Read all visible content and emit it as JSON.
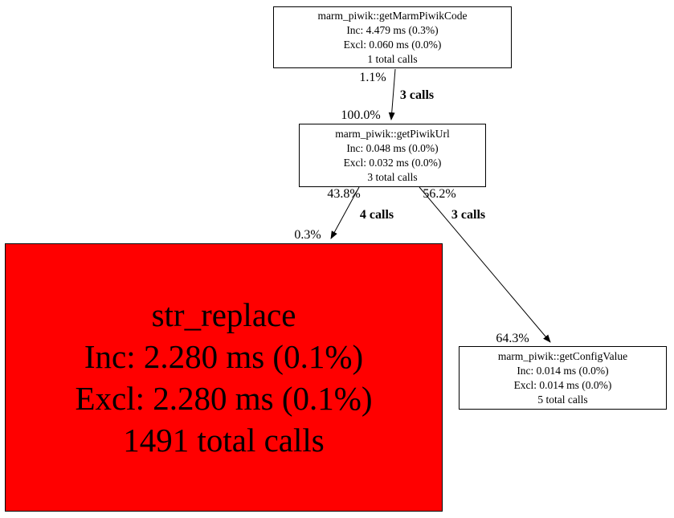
{
  "graph": {
    "description": "profiler call graph",
    "colors": {
      "node_bg": "#ffffff",
      "hot_node_bg": "#ff0000",
      "border": "#000000",
      "edge": "#000000"
    }
  },
  "nodes": [
    {
      "title": "marm_piwik::getMarmPiwikCode",
      "inc": "Inc: 4.479 ms (0.3%)",
      "excl": "Excl: 0.060 ms (0.0%)",
      "calls": "1 total calls",
      "bg": "#ffffff"
    },
    {
      "title": "marm_piwik::getPiwikUrl",
      "inc": "Inc: 0.048 ms (0.0%)",
      "excl": "Excl: 0.032 ms (0.0%)",
      "calls": "3 total calls",
      "bg": "#ffffff"
    },
    {
      "title": "str_replace",
      "inc": "Inc: 2.280 ms (0.1%)",
      "excl": "Excl: 2.280 ms (0.1%)",
      "calls": "1491 total calls",
      "bg": "#ff0000"
    },
    {
      "title": "marm_piwik::getConfigValue",
      "inc": "Inc: 0.014 ms (0.0%)",
      "excl": "Excl: 0.014 ms (0.0%)",
      "calls": "5 total calls",
      "bg": "#ffffff"
    }
  ],
  "edges": [
    {
      "from": "marm_piwik::getMarmPiwikCode",
      "to": "marm_piwik::getPiwikUrl",
      "pct_source": "1.1%",
      "calls": "3 calls",
      "pct_target": "100.0%"
    },
    {
      "from": "marm_piwik::getPiwikUrl",
      "to": "str_replace",
      "pct_source": "43.8%",
      "calls": "4 calls",
      "pct_target": "0.3%"
    },
    {
      "from": "marm_piwik::getPiwikUrl",
      "to": "marm_piwik::getConfigValue",
      "pct_source": "56.2%",
      "calls": "3 calls",
      "pct_target": "64.3%"
    }
  ]
}
